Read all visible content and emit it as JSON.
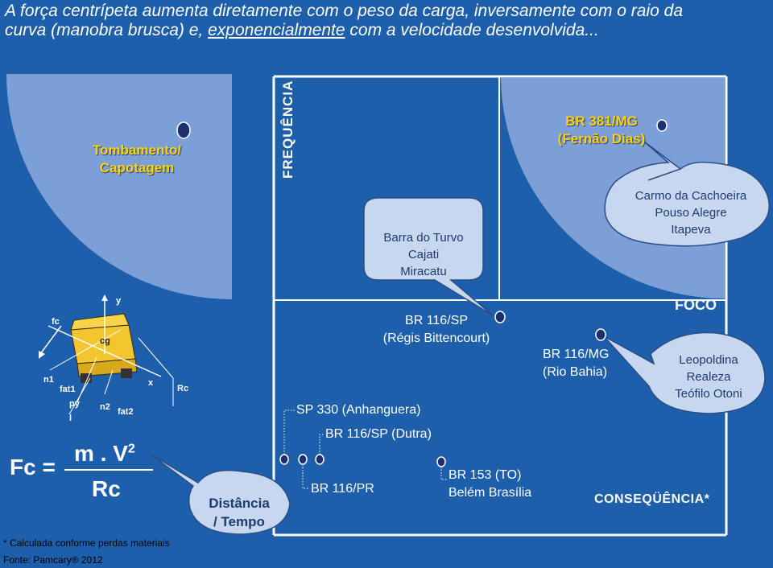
{
  "title": {
    "line1": "A força centrípeta aumenta diretamente com o peso da carga, inversamente com o raio da",
    "line2_pre": "curva (manobra brusca) e, ",
    "line2_underlined": "exponencialmente",
    "line2_post": " com a velocidade desenvolvida..."
  },
  "axes": {
    "y_label": "FREQUÊNCIA",
    "x_label": "CONSEQÜÊNCIA*"
  },
  "quadrant_labels": {
    "rollover": "Tombamento/\nCapotagem",
    "br381": "BR 381/MG\n(Fernão Dias)",
    "focus": "FOCO",
    "distance_time": "Distância\n/ Tempo"
  },
  "bubbles": {
    "barra": [
      "Barra do Turvo",
      "Cajati",
      "Miracatu"
    ],
    "carmo": [
      "Carmo da Cachoeira",
      "Pouso Alegre",
      "Itapeva"
    ],
    "leopoldina": [
      "Leopoldina",
      "Realeza",
      "Teófilo Otoni"
    ]
  },
  "roads": {
    "br116sp_regis": "BR 116/SP\n(Régis Bittencourt)",
    "br116mg": "BR 116/MG\n(Rio Bahia)",
    "sp330": "SP 330 (Anhanguera)",
    "br116sp_dutra": "BR 116/SP (Dutra)",
    "br116pr": "BR 116/PR",
    "br153": "BR 153 (TO)\nBelém Brasília"
  },
  "formula": {
    "lhs": "Fc =",
    "numerator": "m . V",
    "exponent": "2",
    "denominator": "Rc"
  },
  "truck_labels": {
    "y": "y",
    "x": "x",
    "cg": "cg",
    "fc": "fc",
    "rc": "Rc",
    "n1": "n1",
    "n2": "n2",
    "fat1": "fat1",
    "fat2": "fat2",
    "py": "py",
    "l": "l"
  },
  "footnotes": {
    "calc": "* Calculada conforme perdas materiais",
    "source": "Fonte: Pamcary® 2012"
  },
  "colors": {
    "background": "#1d5faa",
    "quadrant_fill": "#7d9fd8",
    "bubble_fill": "#c7d7ef",
    "accent_yellow": "#ffd200",
    "marker": "#1c2f6e"
  }
}
